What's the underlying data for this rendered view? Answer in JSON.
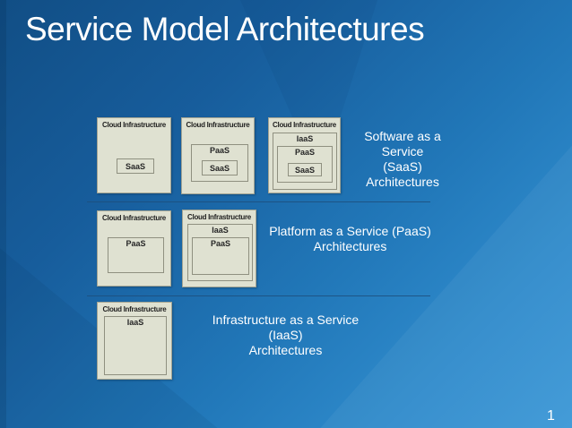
{
  "slide": {
    "title": "Service Model Architectures",
    "page_number": "1",
    "colors": {
      "background_top": "#114e85",
      "background_bottom": "#3a97d6",
      "box_fill": "#dfe1d1",
      "box_border": "#8f9080",
      "box_text": "#262626",
      "caption_text": "#ffffff",
      "divider": "#1d4f7d"
    },
    "rows": [
      {
        "caption_lines": [
          "Software as a Service",
          "(SaaS)",
          "Architectures"
        ],
        "diagrams": [
          {
            "title": "Cloud Infrastructure",
            "stack": [
              "SaaS"
            ]
          },
          {
            "title": "Cloud Infrastructure",
            "stack": [
              "PaaS",
              "SaaS"
            ]
          },
          {
            "title": "Cloud Infrastructure",
            "stack": [
              "IaaS",
              "PaaS",
              "SaaS"
            ]
          }
        ]
      },
      {
        "caption_lines": [
          "Platform as a Service (PaaS)",
          "Architectures"
        ],
        "diagrams": [
          {
            "title": "Cloud Infrastructure",
            "stack": [
              "PaaS"
            ]
          },
          {
            "title": "Cloud Infrastructure",
            "stack": [
              "IaaS",
              "PaaS"
            ]
          }
        ]
      },
      {
        "caption_lines": [
          "Infrastructure as a Service (IaaS)",
          "Architectures"
        ],
        "diagrams": [
          {
            "title": "Cloud Infrastructure",
            "stack": [
              "IaaS"
            ]
          }
        ]
      }
    ]
  }
}
